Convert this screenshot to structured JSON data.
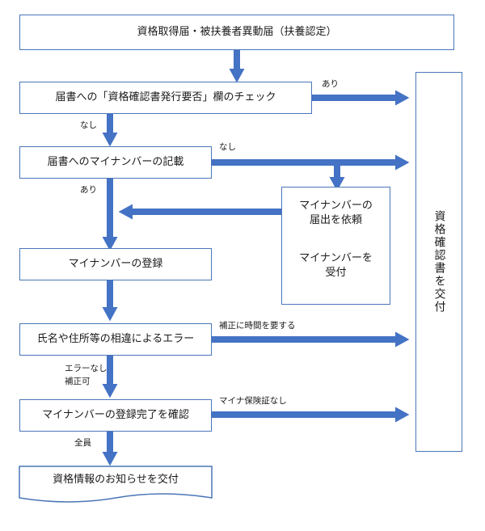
{
  "flow": {
    "start": "資格取得届・被扶養者異動届（扶養認定）",
    "check": "届書への「資格確認書発行要否」欄のチェック",
    "mynumber_entry": "届書へのマイナンバーの記載",
    "request_line1": "マイナンバーの",
    "request_line2": "届出を依頼",
    "receive_line1": "マイナンバーを",
    "receive_line2": "受付",
    "register": "マイナンバーの登録",
    "error_check": "氏名や住所等の相違によるエラー",
    "confirm": "マイナンバーの登録完了を確認",
    "final": "資格情報のお知らせを交付",
    "issue": "資格確認書を交付"
  },
  "labels": {
    "ari_top": "あり",
    "nashi_1": "なし",
    "nashi_2": "なし",
    "ari_2": "あり",
    "correction_time": "補正に時間を要する",
    "error_none": "エラーなし",
    "correctable": "補正可",
    "no_cert": "マイナ保険証なし",
    "all": "全員"
  },
  "colors": {
    "arrow": "#4472c4",
    "border": "#4a76b8"
  }
}
